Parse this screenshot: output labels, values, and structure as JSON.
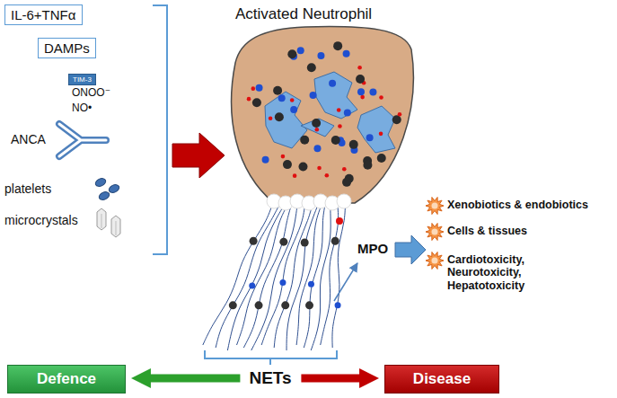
{
  "diagram": {
    "title": "Activated Neutrophil",
    "nodes": [
      {
        "text": [
          "IL-6+TNFα"
        ]
      },
      {
        "text": [
          "DAMPs"
        ]
      },
      {
        "text": [
          "TIM-3"
        ]
      },
      {
        "text": [
          "Defence"
        ]
      },
      {
        "text": [
          "NETs"
        ]
      },
      {
        "text": [
          "Disease"
        ]
      }
    ],
    "edges": [
      {
        "from": 4,
        "to": 3,
        "arrow": "to"
      },
      {
        "from": 4,
        "to": 5,
        "arrow": "to"
      }
    ],
    "labels": [
      "ONOO⁻",
      "NO•",
      "ANCA",
      "platelets",
      "microcrystals",
      "MPO",
      "Xenobiotics & endobiotics",
      "Cells & tissues",
      "Cardiotoxicity, Neurotoxicity, Hepatotoxicity"
    ]
  }
}
